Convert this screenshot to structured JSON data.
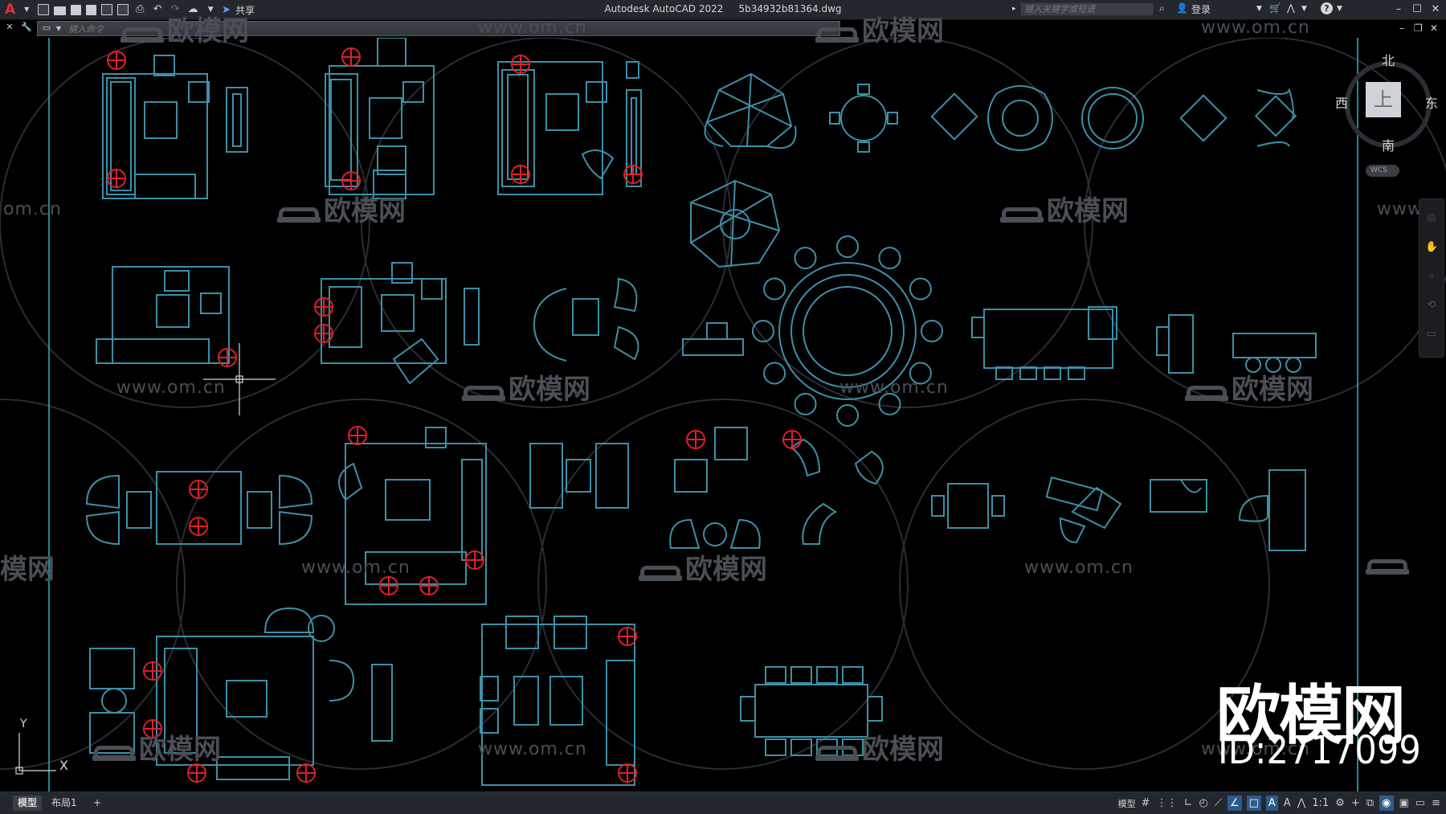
{
  "app": {
    "logo_letter": "A",
    "share_label": "共享",
    "title_app": "Autodesk AutoCAD 2022",
    "title_file": "5b34932b81364.dwg",
    "search_placeholder": "键入关键字或短语",
    "login_label": "登录",
    "help_icon": "?",
    "window_min": "–",
    "window_max": "☐",
    "window_close": "✕"
  },
  "command_line": {
    "placeholder": "键入命令"
  },
  "drawing": {
    "watermark_url": "www.om.cn",
    "watermark_url_partial_left": "om.cn",
    "watermark_url_partial_right": "www.",
    "watermark_cn": "欧模网",
    "watermark_cn_partial": "模网",
    "brand_name": "欧模网",
    "brand_id": "ID:2717099"
  },
  "viewcube": {
    "north": "北",
    "south": "南",
    "east": "东",
    "west": "西",
    "face": "上",
    "wcs": "WCS"
  },
  "ucs": {
    "x": "X",
    "y": "Y"
  },
  "statusbar": {
    "tabs": [
      {
        "label": "模型",
        "active": true
      },
      {
        "label": "布局1",
        "active": false
      }
    ],
    "add_tab": "+",
    "model_label": "模型",
    "scale": "1:1"
  },
  "colors": {
    "furniture": "#3d90a8",
    "marker": "#e0202a",
    "boundary": "#2ab7c4",
    "watermark": "#4a4e55",
    "accent": "#2c5a8a"
  }
}
